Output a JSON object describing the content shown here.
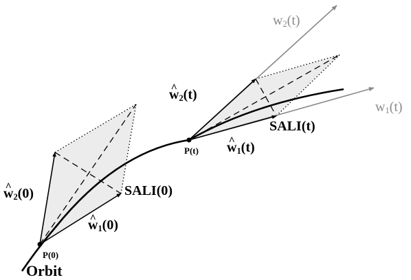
{
  "labels": {
    "orbit": "Orbit",
    "p0": "P(0)",
    "pt": "P(t)",
    "w_letter": "w",
    "hat": "^",
    "sub1": "1",
    "sub2": "2",
    "arg0": "(0)",
    "argt": "(t)",
    "sali0": "SALI(0)",
    "salit": "SALI(t)"
  },
  "colors": {
    "black": "#000000",
    "gray": "#8a8a8a",
    "fill": "#ececec"
  }
}
